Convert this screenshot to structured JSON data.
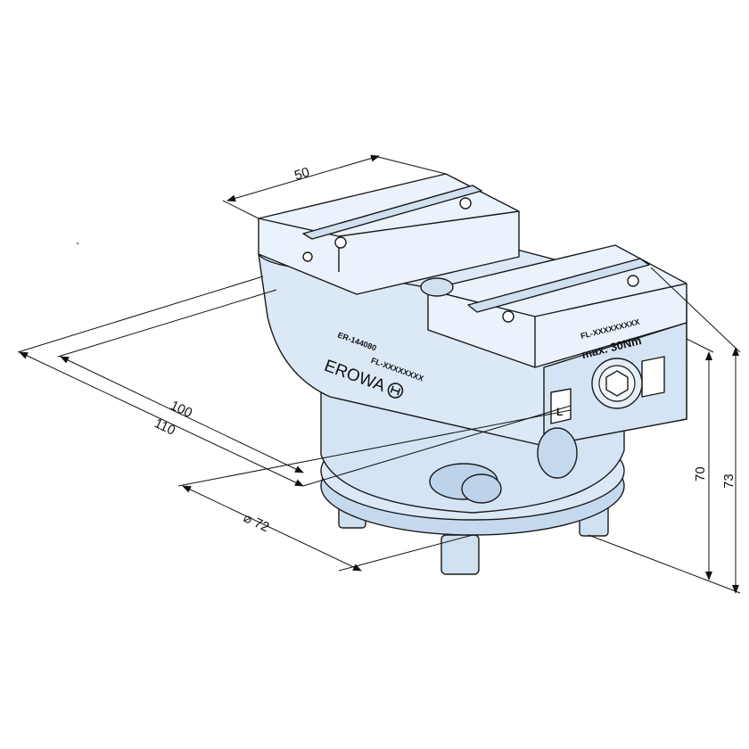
{
  "dimensions": {
    "width": "50",
    "depth_a": "100",
    "depth_b": "110",
    "diameter": "⌀ 72",
    "height_a": "70",
    "height_b": "73"
  },
  "part_labels": {
    "left_model": "ER-144080",
    "left_serial": "FL-XXXXXXXX",
    "brand": "EROWA",
    "right_serial": "FL-XXXXXXXXX",
    "torque": "max. 30Nm",
    "jaw_mark": "L"
  },
  "colors": {
    "body": "#dbe9f6",
    "body_light": "#eaf3fb",
    "body_dark": "#bcd3ea",
    "outline": "#1a1a1a"
  },
  "icons": {
    "brand_logo": "erowa-logo-icon",
    "hex_socket": "hex-socket-icon"
  }
}
